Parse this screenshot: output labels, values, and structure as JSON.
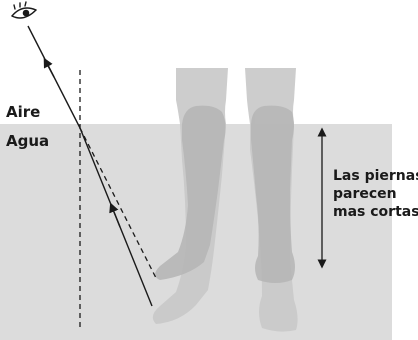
{
  "labels": {
    "air": "Aire",
    "water": "Agua",
    "legs_lines": [
      "Las piernas",
      "parecen",
      "mas cortas"
    ]
  },
  "icons": {
    "eye": "eye-icon"
  },
  "colors": {
    "water": "#d6d6d6",
    "legs_real": "#a9a9a9",
    "legs_apparent": "#c4c4c4",
    "lines": "#1a1a1a"
  }
}
